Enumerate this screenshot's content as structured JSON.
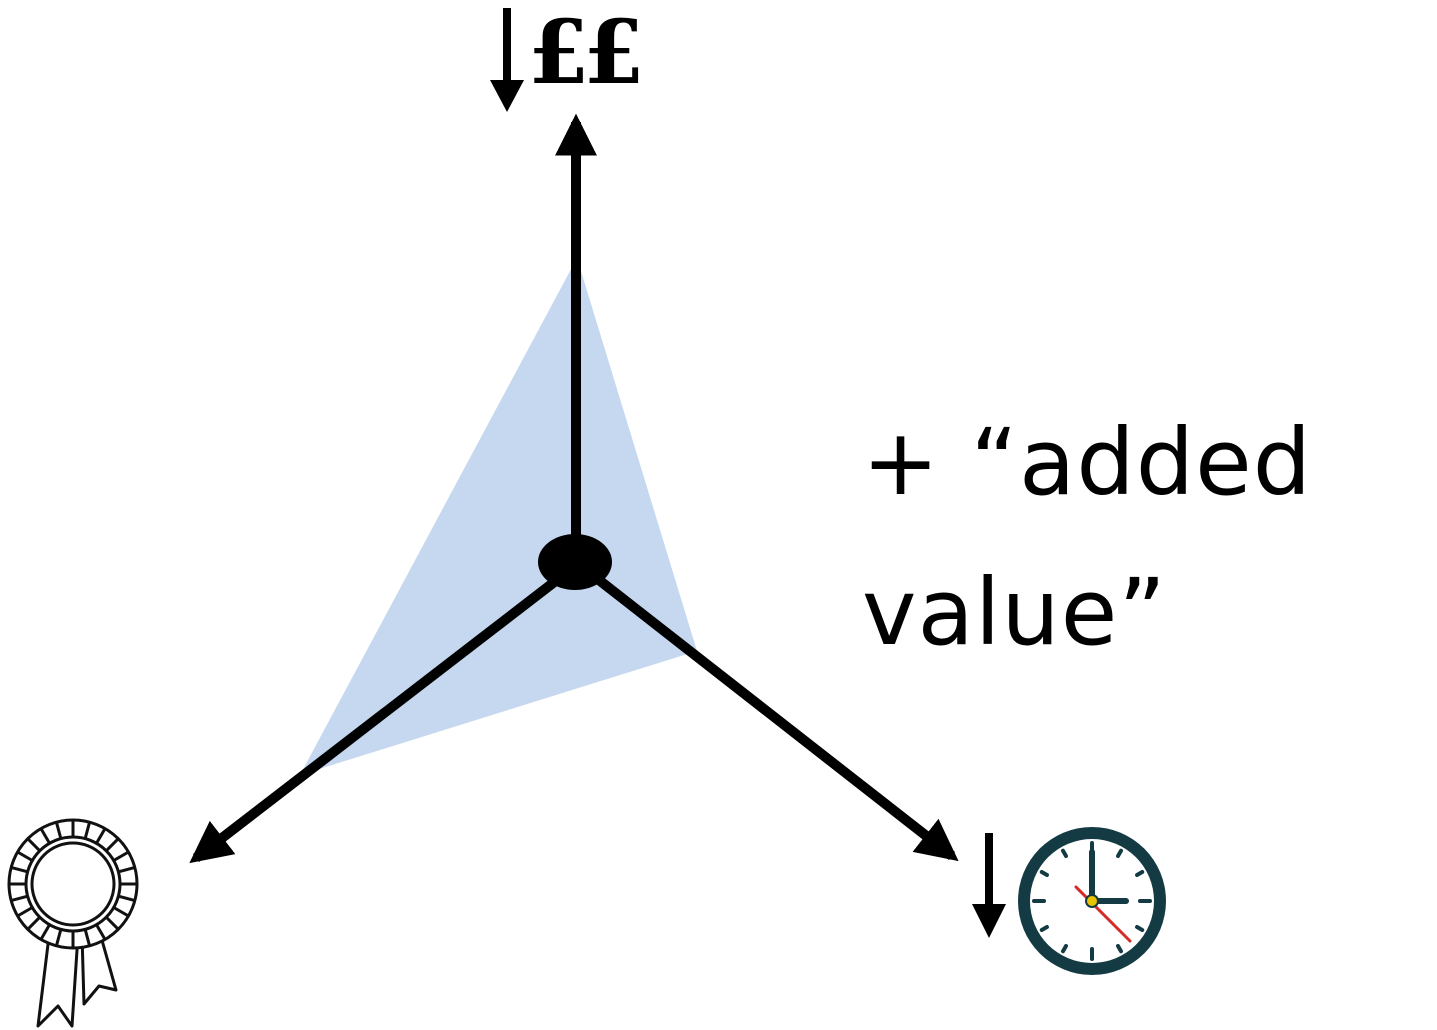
{
  "diagram": {
    "cost_axis_label": "££",
    "annotation": {
      "line1": "+  “added",
      "line2": "value”"
    },
    "axes": [
      {
        "id": "cost",
        "direction": "up",
        "icon": "pound-sterling-symbol",
        "indicator": "down-arrow"
      },
      {
        "id": "quality",
        "direction": "down-left",
        "icon": "rosette-award-icon"
      },
      {
        "id": "time",
        "direction": "down-right",
        "icon": "clock-icon",
        "indicator": "down-arrow"
      }
    ],
    "colors": {
      "triangle_fill": "#c5d8ef",
      "axis": "#000000",
      "clock_rim": "#143b44",
      "clock_minute_hand": "#d62a2a",
      "clock_center": "#e8c400"
    }
  }
}
